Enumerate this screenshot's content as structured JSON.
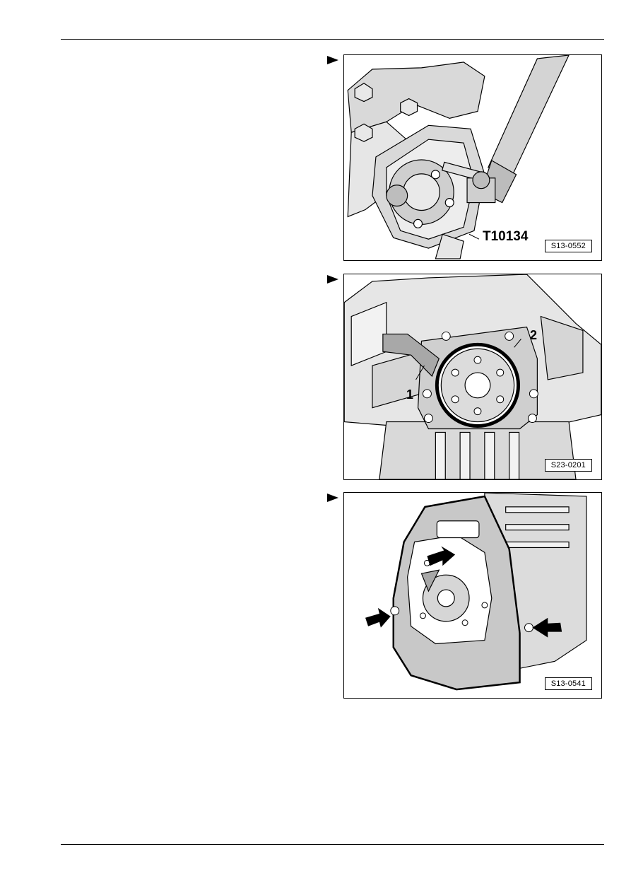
{
  "figures": [
    {
      "id": "S13-0552",
      "labels": [
        "T10134"
      ]
    },
    {
      "id": "S23-0201",
      "labels": [
        "1",
        "2"
      ]
    },
    {
      "id": "S13-0541",
      "labels": [],
      "icons": [
        "arrow-icon",
        "arrow-icon",
        "arrow-icon"
      ]
    }
  ]
}
